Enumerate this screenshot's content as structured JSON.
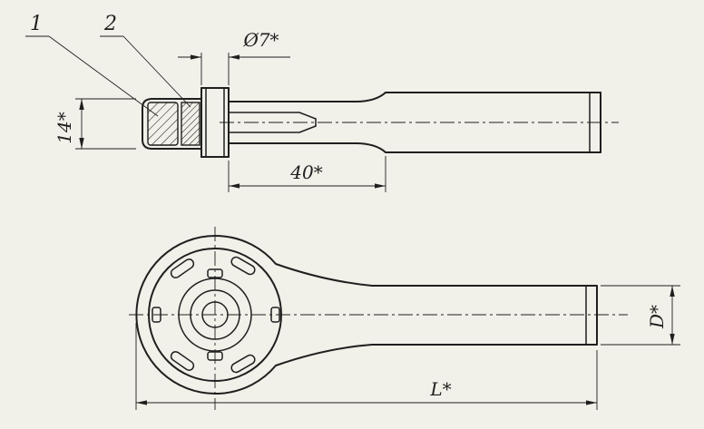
{
  "colors": {
    "ink": "#1f1f1f",
    "paper": "#f1f0e9"
  },
  "callouts": {
    "item1": "1",
    "item2": "2"
  },
  "dimensions": {
    "hole_diameter": "Ø7*",
    "head_height": "14*",
    "neck_length": "40*",
    "handle_diameter": "D*",
    "overall_length": "L*"
  }
}
